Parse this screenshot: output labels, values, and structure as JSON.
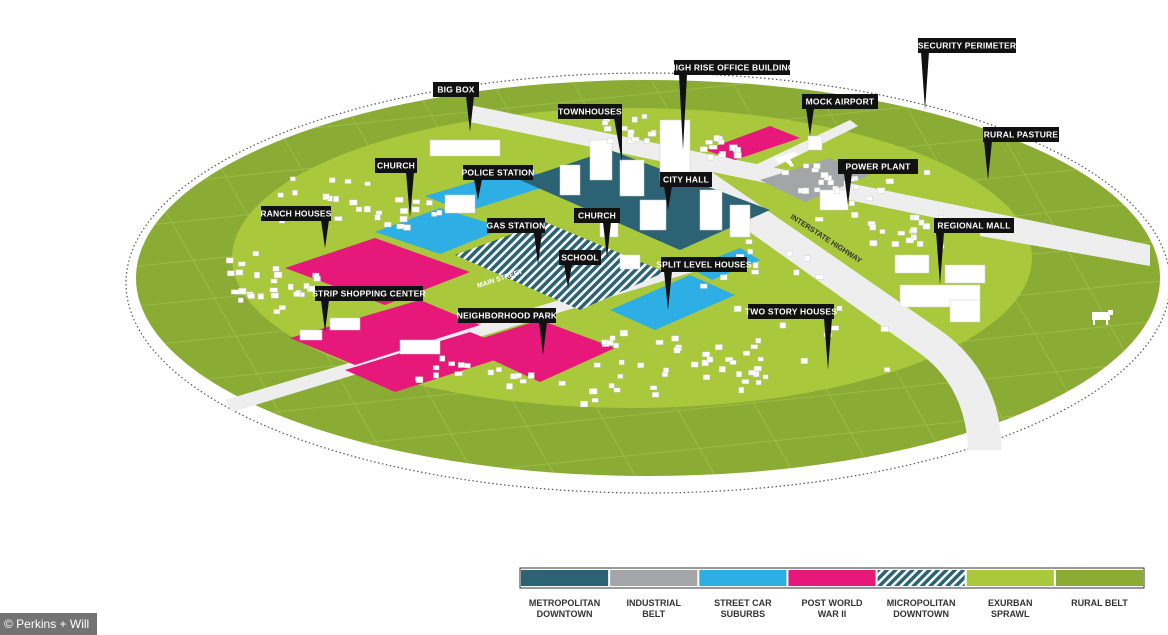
{
  "labels": [
    {
      "key": "big_box",
      "text": "BIG BOX"
    },
    {
      "key": "townhouses",
      "text": "TOWNHOUSES"
    },
    {
      "key": "high_rise",
      "text": "HIGH RISE OFFICE BUILDING"
    },
    {
      "key": "mock_airport",
      "text": "MOCK AIRPORT"
    },
    {
      "key": "security_perimeter",
      "text": "SECURITY PERIMETER"
    },
    {
      "key": "rural_pasture",
      "text": "RURAL PASTURE"
    },
    {
      "key": "church_1",
      "text": "CHURCH"
    },
    {
      "key": "police_station",
      "text": "POLICE STATION"
    },
    {
      "key": "city_hall",
      "text": "CITY HALL"
    },
    {
      "key": "power_plant",
      "text": "POWER PLANT"
    },
    {
      "key": "ranch_houses",
      "text": "RANCH HOUSES"
    },
    {
      "key": "gas_station",
      "text": "GAS STATION"
    },
    {
      "key": "church_2",
      "text": "CHURCH"
    },
    {
      "key": "regional_mall",
      "text": "REGIONAL MALL"
    },
    {
      "key": "school",
      "text": "SCHOOL"
    },
    {
      "key": "split_level",
      "text": "SPLIT LEVEL HOUSES"
    },
    {
      "key": "strip_shopping",
      "text": "STRIP SHOPPING CENTER"
    },
    {
      "key": "neighborhood_park",
      "text": "NEIGHBORHOOD PARK"
    },
    {
      "key": "two_story",
      "text": "TWO STORY HOUSES"
    }
  ],
  "road_labels": {
    "interstate": "INTERSTATE HIGHWAY",
    "main_street": "MAIN STREET"
  },
  "legend": [
    {
      "name": "metropolitan-downtown",
      "lines": [
        "METROPOLITAN",
        "DOWNTOWN"
      ],
      "color": "#2b6274",
      "pattern": false
    },
    {
      "name": "industrial-belt",
      "lines": [
        "INDUSTRIAL",
        "BELT"
      ],
      "color": "#a3a5a7",
      "pattern": false
    },
    {
      "name": "street-car-suburbs",
      "lines": [
        "STREET CAR",
        "SUBURBS"
      ],
      "color": "#2daee4",
      "pattern": false
    },
    {
      "name": "post-world-war-ii",
      "lines": [
        "POST WORLD",
        "WAR II"
      ],
      "color": "#e6197a",
      "pattern": false
    },
    {
      "name": "micropolitan-downtown",
      "lines": [
        "MICROPOLITAN",
        "DOWNTOWN"
      ],
      "color": "#245a6e",
      "pattern": true
    },
    {
      "name": "exurban-sprawl",
      "lines": [
        "EXURBAN",
        "SPRAWL"
      ],
      "color": "#a9c83b",
      "pattern": false
    },
    {
      "name": "rural-belt",
      "lines": [
        "RURAL BELT"
      ],
      "color": "#8aab34",
      "pattern": false
    }
  ],
  "credit": "© Perkins + Will",
  "colors": {
    "rural": "#8aab34",
    "exurban": "#a9c83b",
    "post_war": "#e6197a",
    "street_car": "#2daee4",
    "industrial": "#a3a5a7",
    "downtown": "#2b6274"
  }
}
